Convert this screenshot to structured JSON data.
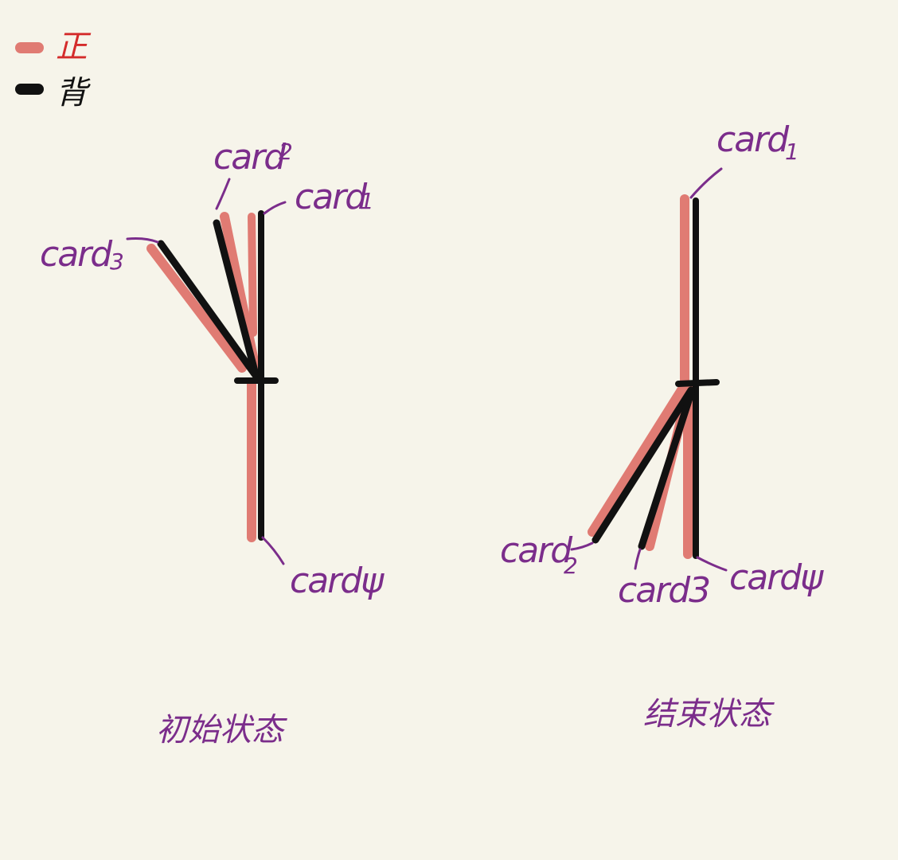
{
  "colors": {
    "background": "#f6f4ea",
    "front": "#e07b73",
    "back": "#111111",
    "annotation": "#7b2d8b",
    "legend_front_text": "#d42b2b"
  },
  "legend": {
    "front_label": "正",
    "back_label": "背"
  },
  "initial_state": {
    "caption": "初始状态",
    "labels": {
      "card1": "card",
      "card1_sub": "1",
      "card2": "card",
      "card2_sub": "2",
      "card3": "card",
      "card3_sub": "3",
      "card4": "cardψ"
    }
  },
  "final_state": {
    "caption": "结束状态",
    "labels": {
      "card1": "card",
      "card1_sub": "1",
      "card2": "card",
      "card2_sub": "2",
      "card3": "card3",
      "card4": "cardψ"
    }
  }
}
